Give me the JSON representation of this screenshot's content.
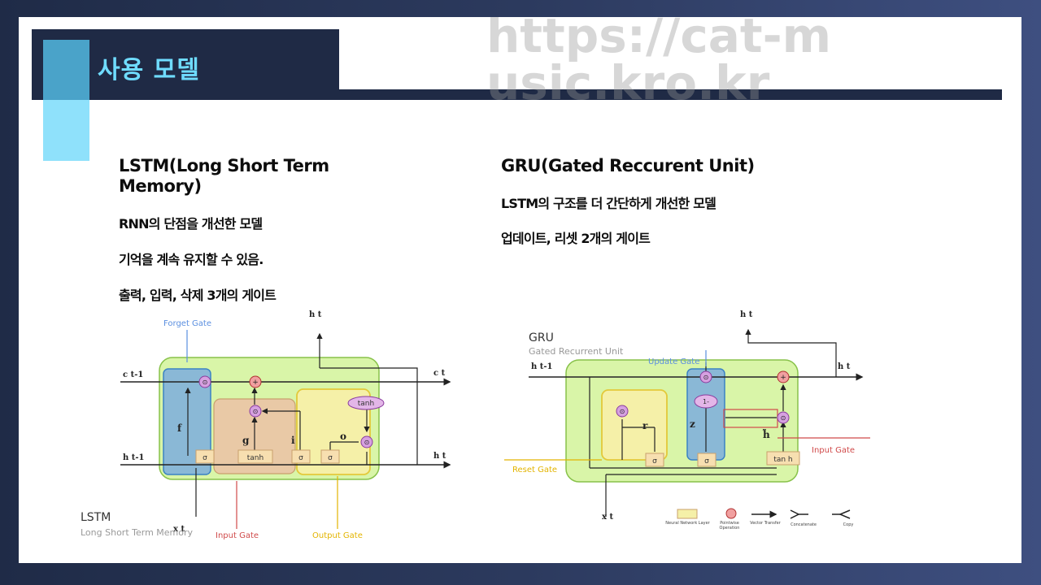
{
  "slide": {
    "title": "사용 모델",
    "watermark": "https://cat-music.kro.kr"
  },
  "lstm": {
    "heading": "LSTM(Long Short Term Memory)",
    "points": [
      "RNN의 단점을 개선한 모델",
      "기억을 계속 유지할 수 있음.",
      "출력, 입력, 삭제 3개의 게이트"
    ],
    "diagram": {
      "caption_title": "LSTM",
      "caption_subtitle": "Long Short Term Memory",
      "forget_gate": "Forget Gate",
      "input_gate": "Input Gate",
      "output_gate": "Output Gate",
      "c_prev": "c t-1",
      "c_next": "c t",
      "h_prev": "h t-1",
      "h_next": "h t",
      "h_top": "h t",
      "x": "x t",
      "f": "f",
      "g": "g",
      "i": "i",
      "o": "o",
      "tanh": "tanh",
      "sigma": "σ"
    }
  },
  "gru": {
    "heading": "GRU(Gated Reccurent Unit)",
    "points": [
      "LSTM의 구조를 더 간단하게 개선한 모델",
      "업데이트, 리셋 2개의 게이트"
    ],
    "diagram": {
      "caption_title": "GRU",
      "caption_subtitle": "Gated Recurrent Unit",
      "update_gate": "Update Gate",
      "reset_gate": "Reset Gate",
      "input_gate": "Input Gate",
      "h_prev": "h t-1",
      "h_next": "h t",
      "h_top": "h t",
      "x": "x t",
      "r": "r",
      "z": "z",
      "h_tilde": "h̃",
      "one_minus": "1-",
      "tanh_h": "tan h",
      "sigma": "σ",
      "legend": [
        "Neural Network Layer",
        "Pointwise Operation",
        "Vector Transfer",
        "Concatenate",
        "Copy"
      ]
    }
  }
}
